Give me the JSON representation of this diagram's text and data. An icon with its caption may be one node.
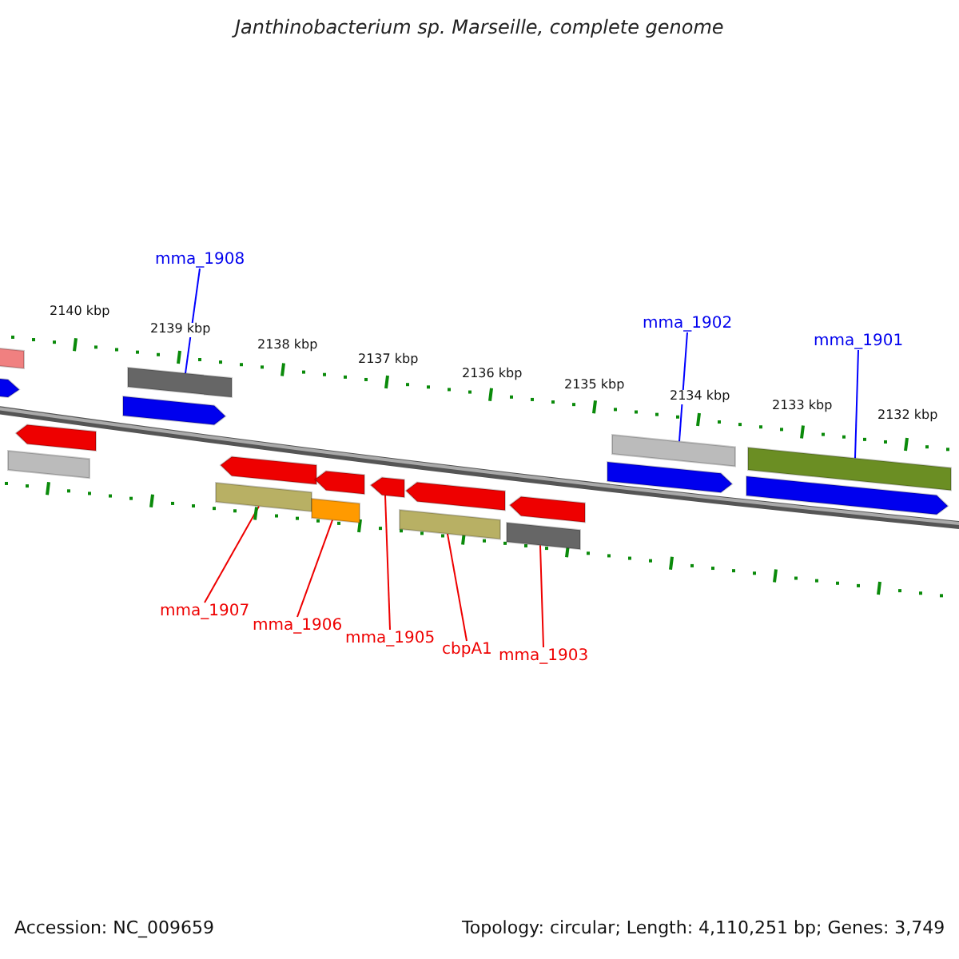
{
  "diagram": {
    "title": "Janthinobacterium sp. Marseille, complete genome",
    "nodes": [
      {
        "text": [
          "mma_1908"
        ]
      },
      {
        "text": [
          "mma_1902"
        ]
      },
      {
        "text": [
          "mma_1901"
        ]
      },
      {
        "text": [
          "mma_1907"
        ]
      },
      {
        "text": [
          "mma_1906"
        ]
      },
      {
        "text": [
          "mma_1905"
        ]
      },
      {
        "text": [
          "cbpA1"
        ]
      },
      {
        "text": [
          "mma_1903"
        ]
      },
      {
        "text": [],
        "shape": "bar"
      },
      {
        "text": [],
        "shape": "bar"
      },
      {
        "text": [],
        "shape": "bar"
      },
      {
        "text": [],
        "shape": "bar"
      },
      {
        "text": [],
        "shape": "bar"
      },
      {
        "text": [],
        "shape": "bar"
      },
      {
        "text": [],
        "shape": "bar"
      },
      {
        "text": [],
        "shape": "bar"
      },
      {
        "text": [],
        "shape": "bar"
      },
      {
        "text": [],
        "shape": "bar"
      },
      {
        "text": [],
        "shape": "bar"
      },
      {
        "text": [],
        "shape": "bar"
      },
      {
        "text": [],
        "shape": "bar"
      },
      {
        "text": [],
        "shape": "bar"
      },
      {
        "text": [],
        "shape": "bar"
      },
      {
        "text": [],
        "shape": "bar"
      },
      {
        "text": [],
        "shape": "bar"
      },
      {
        "text": [],
        "shape": "bar"
      },
      {
        "text": [],
        "shape": "bar"
      }
    ],
    "edges": [
      {
        "from": 0,
        "to": 13,
        "arrow": "none",
        "color": "#0000ff"
      },
      {
        "from": 1,
        "to": 24,
        "arrow": "none",
        "color": "#0000ff"
      },
      {
        "from": 2,
        "to": 26,
        "arrow": "none",
        "color": "#0000ff"
      },
      {
        "from": 3,
        "to": 14,
        "arrow": "none"
      },
      {
        "from": 4,
        "to": 16,
        "arrow": "none"
      },
      {
        "from": 5,
        "to": 18,
        "arrow": "none"
      },
      {
        "from": 6,
        "to": 19,
        "arrow": "none"
      },
      {
        "from": 7,
        "to": 21,
        "arrow": "none"
      }
    ],
    "labels": [
      "2140 kbp",
      "2139 kbp",
      "2138 kbp",
      "2137 kbp",
      "2136 kbp",
      "2135 kbp",
      "2134 kbp",
      "2133 kbp",
      "2132 kbp",
      "Accession: NC_009659",
      "Topology: circular; Length: 4,110,251 bp; Genes: 3,749"
    ]
  }
}
